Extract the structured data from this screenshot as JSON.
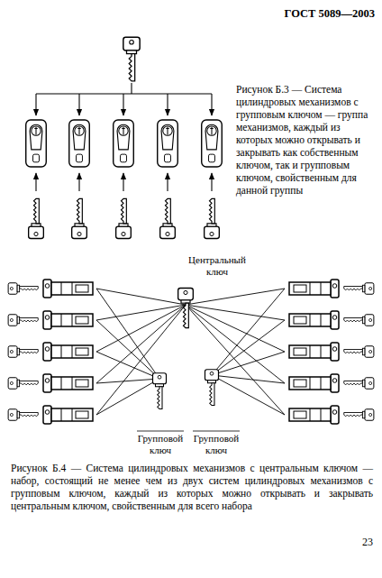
{
  "diagram": {
    "labels": [
      "ГОСТ 5089—2003",
      "Рисунок Б.3 — Система цилиндровых механизмов с групповым ключом — группа механизмов, каждый из которых можно открывать и закрывать как собственным ключом, так и групповым ключом, свойственным для данной группы",
      "Центральный ключ",
      "Групповой ключ",
      "Групповой ключ",
      "Рисунок Б.4 — Система цилиндровых механизмов с центральным ключом — набор, состоящий не менее чем из двух систем цилиндровых механизмов с групповым ключом, каждый из которых можно открывать и закрывать центральным ключом, свойственным для всего набора",
      "23"
    ]
  }
}
